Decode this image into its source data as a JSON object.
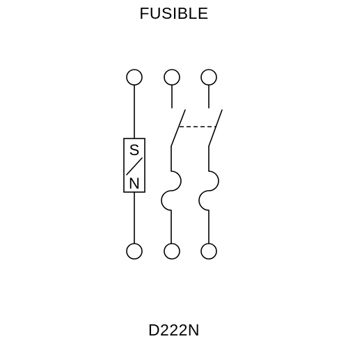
{
  "diagram": {
    "title": "FUSIBLE",
    "model": "D222N",
    "neutral_box": {
      "top_label": "S",
      "bottom_label": "N"
    }
  }
}
